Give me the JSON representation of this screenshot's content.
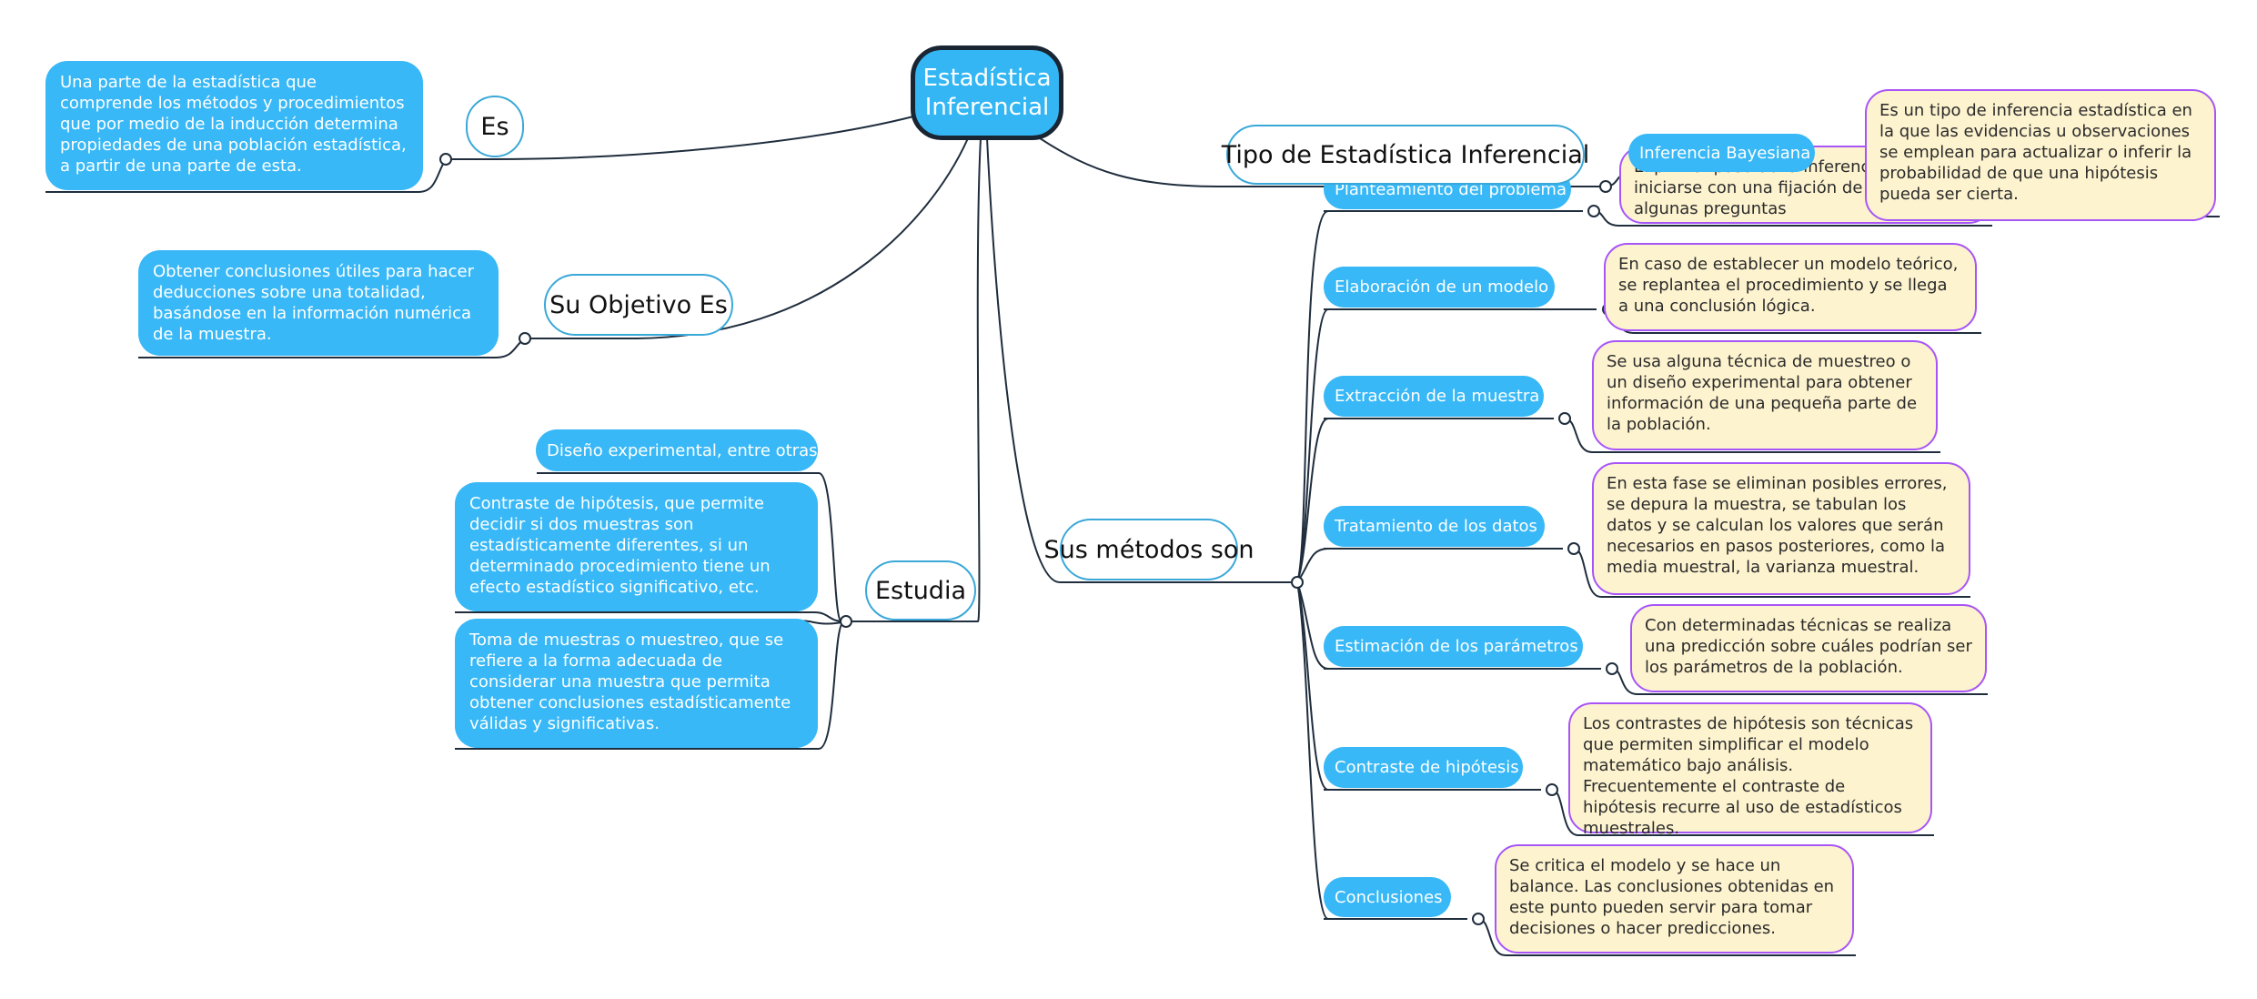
{
  "diagram": {
    "root": "Estadística Inferencial",
    "branches": {
      "es": "Es",
      "objetivo": "Su Objetivo Es",
      "estudia": "Estudia",
      "metodos": "Sus métodos son",
      "tipo": "Tipo de Estadística Inferencial"
    },
    "es_text": "Una parte de la estadística que comprende los métodos y procedimientos que por medio de la inducción determina propiedades de una población estadística, a partir de una parte de esta.",
    "objetivo_text": "Obtener conclusiones útiles para hacer deducciones sobre una totalidad, basándose en la información numérica de la muestra.",
    "estudia_items": [
      "Diseño experimental, entre otras.",
      "Contraste de hipótesis, que permite decidir si dos muestras son estadísticamente diferentes, si un determinado procedimiento tiene un efecto estadístico significativo, etc.",
      "Toma de muestras o muestreo, que se refiere a la forma adecuada de considerar una muestra que permita obtener conclusiones estadísticamente válidas y significativas."
    ],
    "metodos": [
      {
        "label": "Planteamiento del problema",
        "note": "El primer paso de la inferencia es iniciarse con una fijación de objetivos o algunas preguntas"
      },
      {
        "label": "Elaboración de un modelo",
        "note": "En caso de establecer un modelo teórico, se replantea el procedimiento y se llega a una conclusión lógica."
      },
      {
        "label": "Extracción de la muestra",
        "note": "Se usa alguna técnica de muestreo o un diseño experimental para obtener información de una pequeña parte de la población."
      },
      {
        "label": "Tratamiento de los datos",
        "note": "En esta fase se eliminan posibles errores, se depura la muestra, se tabulan los datos y se calculan los valores que serán necesarios en pasos posteriores, como la media muestral, la varianza muestral."
      },
      {
        "label": "Estimación de los parámetros",
        "note": "Con determinadas técnicas se realiza una predicción sobre cuáles podrían ser los parámetros de la población."
      },
      {
        "label": "Contraste de hipótesis",
        "note": "Los contrastes de hipótesis son técnicas que permiten simplificar el modelo matemático bajo análisis. Frecuentemente el contraste de hipótesis recurre al uso de estadísticos muestrales."
      },
      {
        "label": "Conclusiones",
        "note": "Se critica el modelo y se hace un balance. Las conclusiones obtenidas en este punto pueden servir para tomar decisiones o hacer predicciones."
      }
    ],
    "tipo": {
      "label": "Inferencia Bayesiana",
      "note": "Es un tipo de inferencia estadística en la que las evidencias u observaciones se emplean para actualizar o inferir la probabilidad de que una hipótesis pueda ser cierta."
    }
  },
  "colors": {
    "root_fill": "#33b6f3",
    "root_border": "#1a2533",
    "branch_border": "#3aa8d8",
    "blue_node": "#38b8f6",
    "note_fill": "#fdf3cf",
    "note_border": "#a855f7",
    "link": "#1f2d3d"
  }
}
